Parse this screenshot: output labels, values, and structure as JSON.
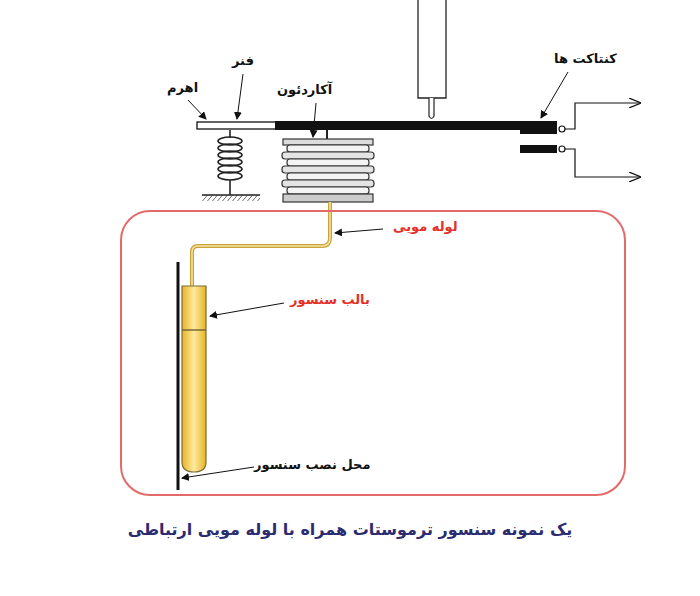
{
  "diagram": {
    "caption": "یک نمونه سنسور ترموستات همراه با لوله مویی ارتباطی",
    "nodes": [
      {
        "text": [
          "لوله مویی",
          "بالب سنسور",
          "محل نصب سنسور"
        ]
      }
    ],
    "labels": [
      "اهرم",
      "فنر",
      "آکاردئون",
      "کنتاکت ها"
    ]
  }
}
